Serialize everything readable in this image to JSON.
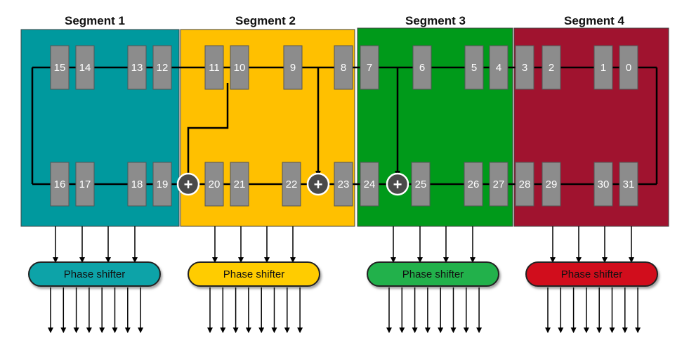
{
  "segments": [
    {
      "title": "Segment 1",
      "color": "#00999e",
      "ps_color": "#0aa3a8"
    },
    {
      "title": "Segment 2",
      "color": "#ffc000",
      "ps_color": "#ffcc00"
    },
    {
      "title": "Segment 3",
      "color": "#009a1a",
      "ps_color": "#22b14c"
    },
    {
      "title": "Segment 4",
      "color": "#a0132f",
      "ps_color": "#d10f1f"
    }
  ],
  "top_row": [
    "15",
    "14",
    "13",
    "12",
    "11",
    "10",
    "9",
    "8",
    "7",
    "6",
    "5",
    "4",
    "3",
    "2",
    "1",
    "0"
  ],
  "bottom_row": [
    "16",
    "17",
    "18",
    "19",
    "20",
    "21",
    "22",
    "23",
    "24",
    "25",
    "26",
    "27",
    "28",
    "29",
    "30",
    "31"
  ],
  "xor_symbol": "+",
  "phase_shifter_label": "Phase shifter",
  "colors": {
    "cell": "#8c8c8c",
    "line": "#000000"
  }
}
